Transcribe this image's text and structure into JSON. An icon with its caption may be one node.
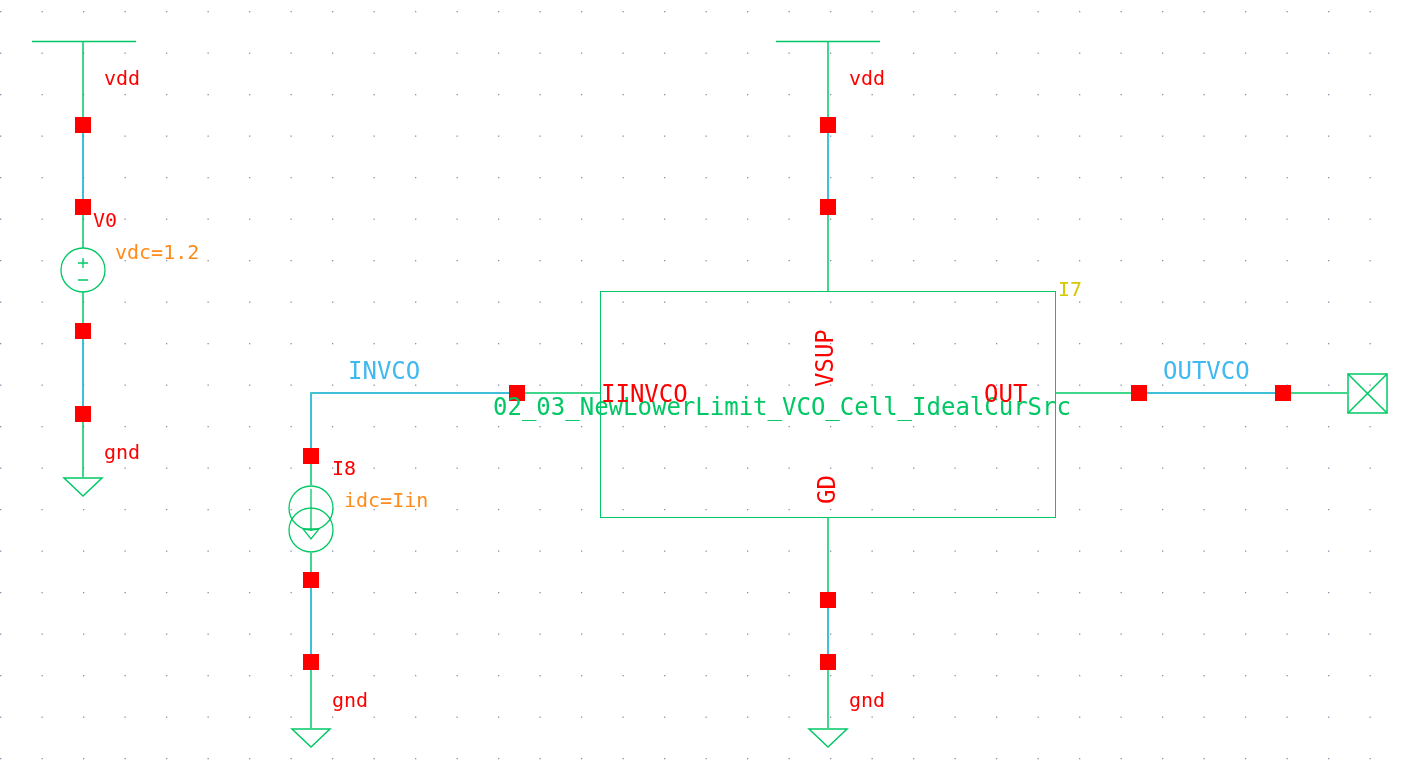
{
  "diagram": {
    "nodes": [
      {
        "text": [],
        "shape": "bar",
        "beside": [
          "vdd"
        ]
      },
      {
        "text": [],
        "shape": "circle",
        "beside": [
          "V0",
          "vdc=1.2"
        ]
      },
      {
        "text": [],
        "shape": "triangle",
        "beside": [
          "gnd"
        ]
      },
      {
        "text": [],
        "shape": "circle",
        "beside": [
          "I8",
          "idc=Iin"
        ]
      },
      {
        "text": [],
        "shape": "triangle",
        "beside": [
          "gnd"
        ]
      },
      {
        "text": [],
        "shape": "bar",
        "beside": [
          "vdd"
        ]
      },
      {
        "text": [
          "02_03_NewLowerLimit_VCO_Cell_IdealCurSrc",
          "IINVCO",
          "VSUP",
          "OUT",
          "GD"
        ],
        "beside": [
          "I7"
        ]
      },
      {
        "text": [],
        "shape": "triangle",
        "beside": [
          "gnd"
        ]
      },
      {
        "text": [],
        "shape": "box"
      }
    ],
    "edges": [
      {
        "from": 0,
        "to": 1,
        "arrow": "none"
      },
      {
        "from": 1,
        "to": 2,
        "arrow": "none"
      },
      {
        "from": 3,
        "to": 6,
        "arrow": "none",
        "label": "INVCO"
      },
      {
        "from": 3,
        "to": 4,
        "arrow": "none"
      },
      {
        "from": 5,
        "to": 6,
        "arrow": "none"
      },
      {
        "from": 6,
        "to": 7,
        "arrow": "none"
      },
      {
        "from": 6,
        "to": 8,
        "arrow": "none",
        "label": "OUTVCO"
      }
    ]
  }
}
